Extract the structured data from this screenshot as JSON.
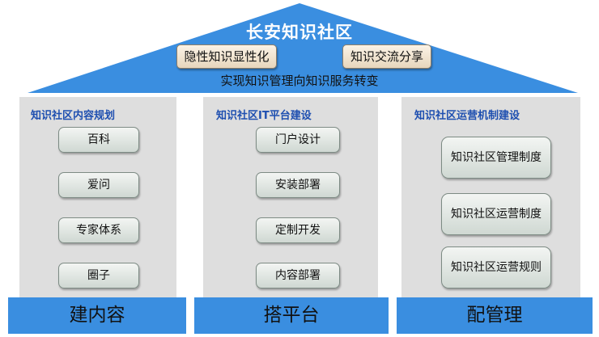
{
  "roof": {
    "title": "长安知识社区",
    "badge_left": "隐性知识显性化",
    "badge_right": "知识交流分享",
    "subtitle": "实现知识管理向知识服务转变"
  },
  "columns": [
    {
      "title": "知识社区内容规划",
      "items": [
        "百科",
        "爱问",
        "专家体系",
        "圈子"
      ]
    },
    {
      "title": "知识社区IT平台建设",
      "items": [
        "门户设计",
        "安装部署",
        "定制开发",
        "内容部署"
      ]
    },
    {
      "title": "知识社区运营机制建设",
      "items": [
        "知识社区管理制度",
        "知识社区运营制度",
        "知识社区运营规则"
      ]
    }
  ],
  "foundations": [
    "建内容",
    "搭平台",
    "配管理"
  ],
  "colors": {
    "roof": "#3a8ee0",
    "foundation": "#3a8ee0",
    "column_bg": "#dedede",
    "column_title": "#1e4fb0",
    "badge_bg": "#f1e5d3"
  }
}
